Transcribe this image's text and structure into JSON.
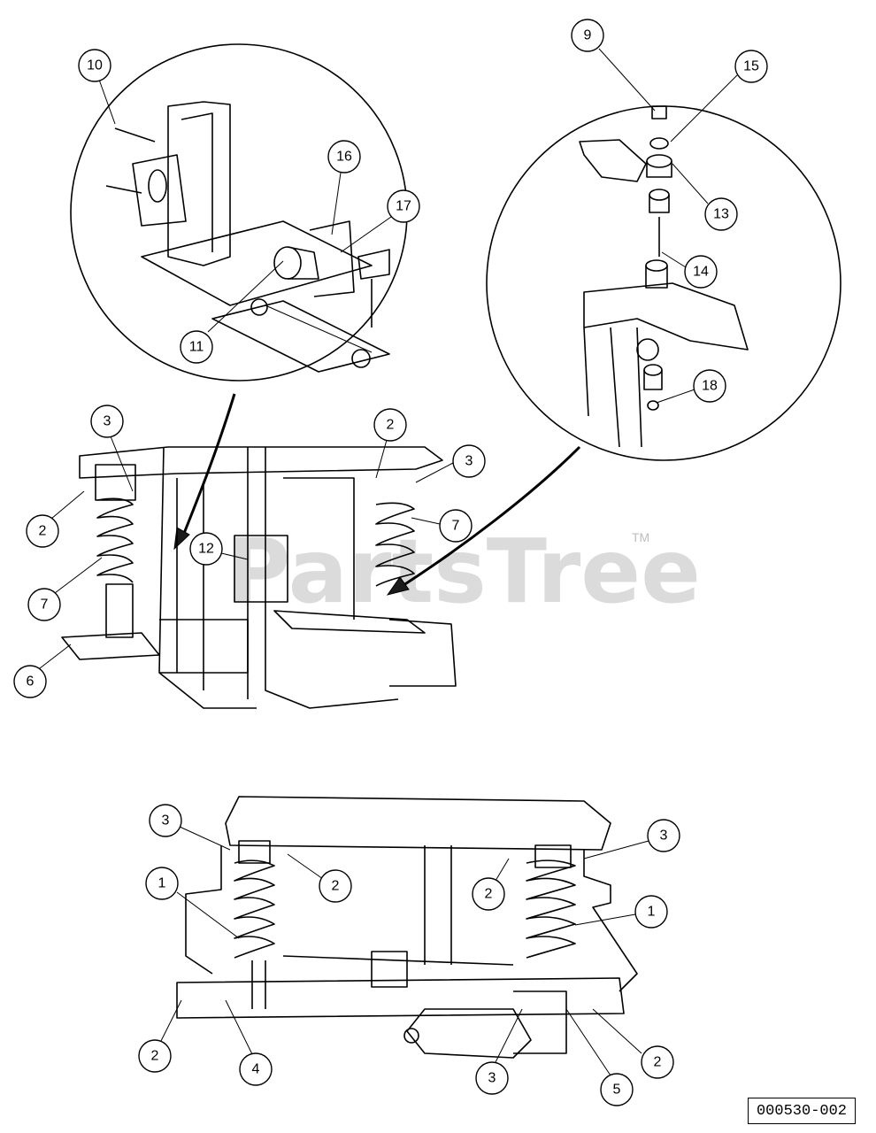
{
  "diagram_ref": "000530-002",
  "watermark": {
    "text": "PartsTree",
    "tm": "TM"
  },
  "callouts": [
    "10",
    "16",
    "17",
    "11",
    "9",
    "15",
    "13",
    "14",
    "18",
    "3",
    "2",
    "2",
    "7",
    "12",
    "3",
    "2",
    "7",
    "6",
    "3",
    "1",
    "2",
    "2",
    "3",
    "1",
    "2",
    "4",
    "3",
    "5",
    "2"
  ]
}
